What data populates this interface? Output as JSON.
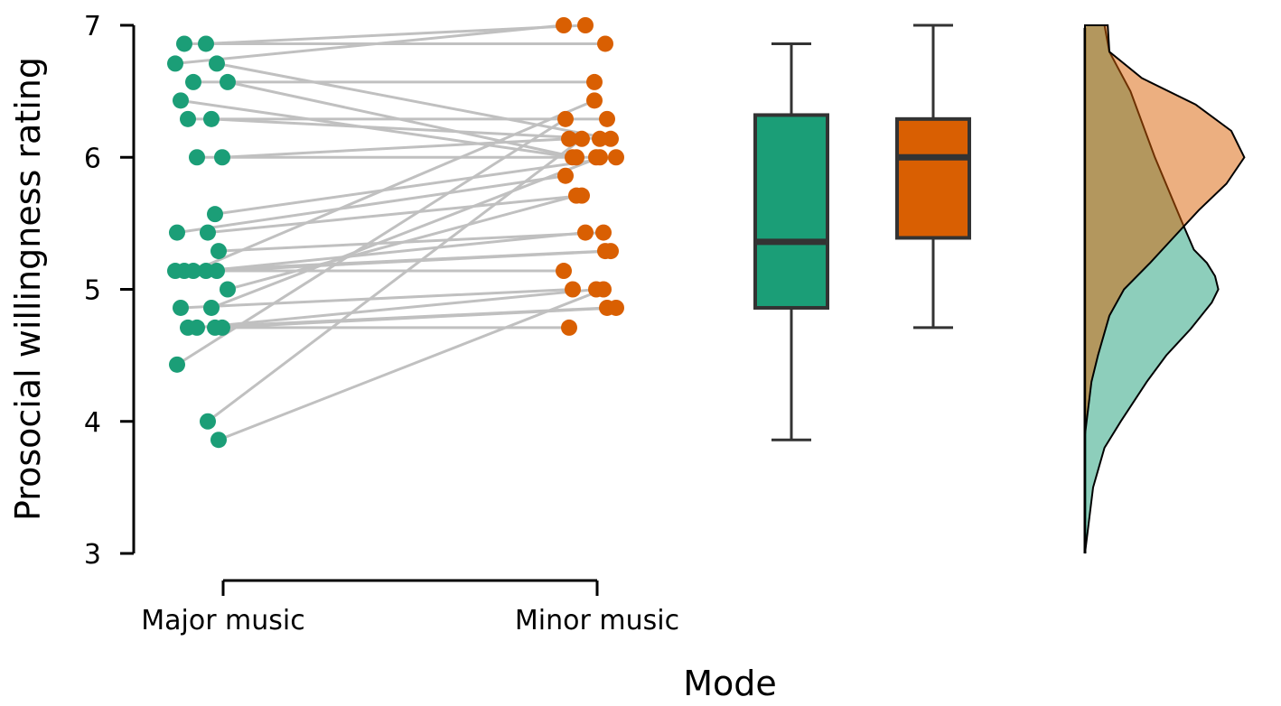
{
  "chart_data": {
    "type": "raincloud",
    "xlabel": "Mode",
    "ylabel": "Prosocial willingness rating",
    "ylim": [
      3,
      7
    ],
    "y_ticks": [
      "3",
      "4",
      "5",
      "6",
      "7"
    ],
    "categories": [
      "Major music",
      "Minor music"
    ],
    "colors": {
      "major": "#1b9e77",
      "minor": "#d95f02",
      "line": "#c0c0c0",
      "box_edge": "#333333"
    },
    "pairs": [
      [
        6.86,
        6.86
      ],
      [
        6.86,
        7.0
      ],
      [
        6.71,
        7.0
      ],
      [
        6.71,
        6.14
      ],
      [
        6.57,
        6.57
      ],
      [
        6.57,
        6.0
      ],
      [
        6.43,
        6.0
      ],
      [
        6.29,
        6.14
      ],
      [
        6.29,
        6.29
      ],
      [
        6.0,
        6.14
      ],
      [
        6.0,
        6.0
      ],
      [
        5.57,
        6.0
      ],
      [
        5.43,
        5.86
      ],
      [
        5.43,
        5.71
      ],
      [
        5.29,
        5.43
      ],
      [
        5.14,
        5.29
      ],
      [
        5.14,
        5.43
      ],
      [
        5.14,
        5.14
      ],
      [
        5.14,
        5.29
      ],
      [
        5.14,
        6.43
      ],
      [
        5.0,
        5.71
      ],
      [
        4.86,
        5.0
      ],
      [
        4.86,
        6.0
      ],
      [
        4.71,
        4.86
      ],
      [
        4.71,
        4.71
      ],
      [
        4.71,
        5.0
      ],
      [
        4.71,
        4.86
      ],
      [
        4.43,
        6.29
      ],
      [
        4.0,
        6.14
      ],
      [
        3.86,
        5.0
      ]
    ],
    "boxplots": [
      {
        "name": "Major music",
        "min": 3.86,
        "q1": 4.86,
        "median": 5.36,
        "q3": 6.32,
        "max": 6.86
      },
      {
        "name": "Minor music",
        "min": 4.71,
        "q1": 5.39,
        "median": 6.0,
        "q3": 6.29,
        "max": 7.0
      }
    ],
    "density": {
      "major": [
        [
          3.0,
          0.0
        ],
        [
          3.2,
          0.02
        ],
        [
          3.5,
          0.05
        ],
        [
          3.8,
          0.12
        ],
        [
          4.0,
          0.22
        ],
        [
          4.3,
          0.38
        ],
        [
          4.5,
          0.5
        ],
        [
          4.7,
          0.65
        ],
        [
          4.9,
          0.78
        ],
        [
          5.0,
          0.82
        ],
        [
          5.1,
          0.8
        ],
        [
          5.2,
          0.75
        ],
        [
          5.3,
          0.67
        ],
        [
          5.5,
          0.6
        ],
        [
          6.0,
          0.43
        ],
        [
          6.5,
          0.28
        ],
        [
          6.8,
          0.15
        ],
        [
          7.0,
          0.12
        ]
      ],
      "minor": [
        [
          3.9,
          0.0
        ],
        [
          4.0,
          0.01
        ],
        [
          4.3,
          0.04
        ],
        [
          4.5,
          0.08
        ],
        [
          4.8,
          0.15
        ],
        [
          5.0,
          0.24
        ],
        [
          5.2,
          0.4
        ],
        [
          5.4,
          0.55
        ],
        [
          5.6,
          0.7
        ],
        [
          5.8,
          0.87
        ],
        [
          6.0,
          0.98
        ],
        [
          6.2,
          0.9
        ],
        [
          6.4,
          0.68
        ],
        [
          6.6,
          0.35
        ],
        [
          6.8,
          0.15
        ],
        [
          7.0,
          0.14
        ]
      ]
    }
  }
}
